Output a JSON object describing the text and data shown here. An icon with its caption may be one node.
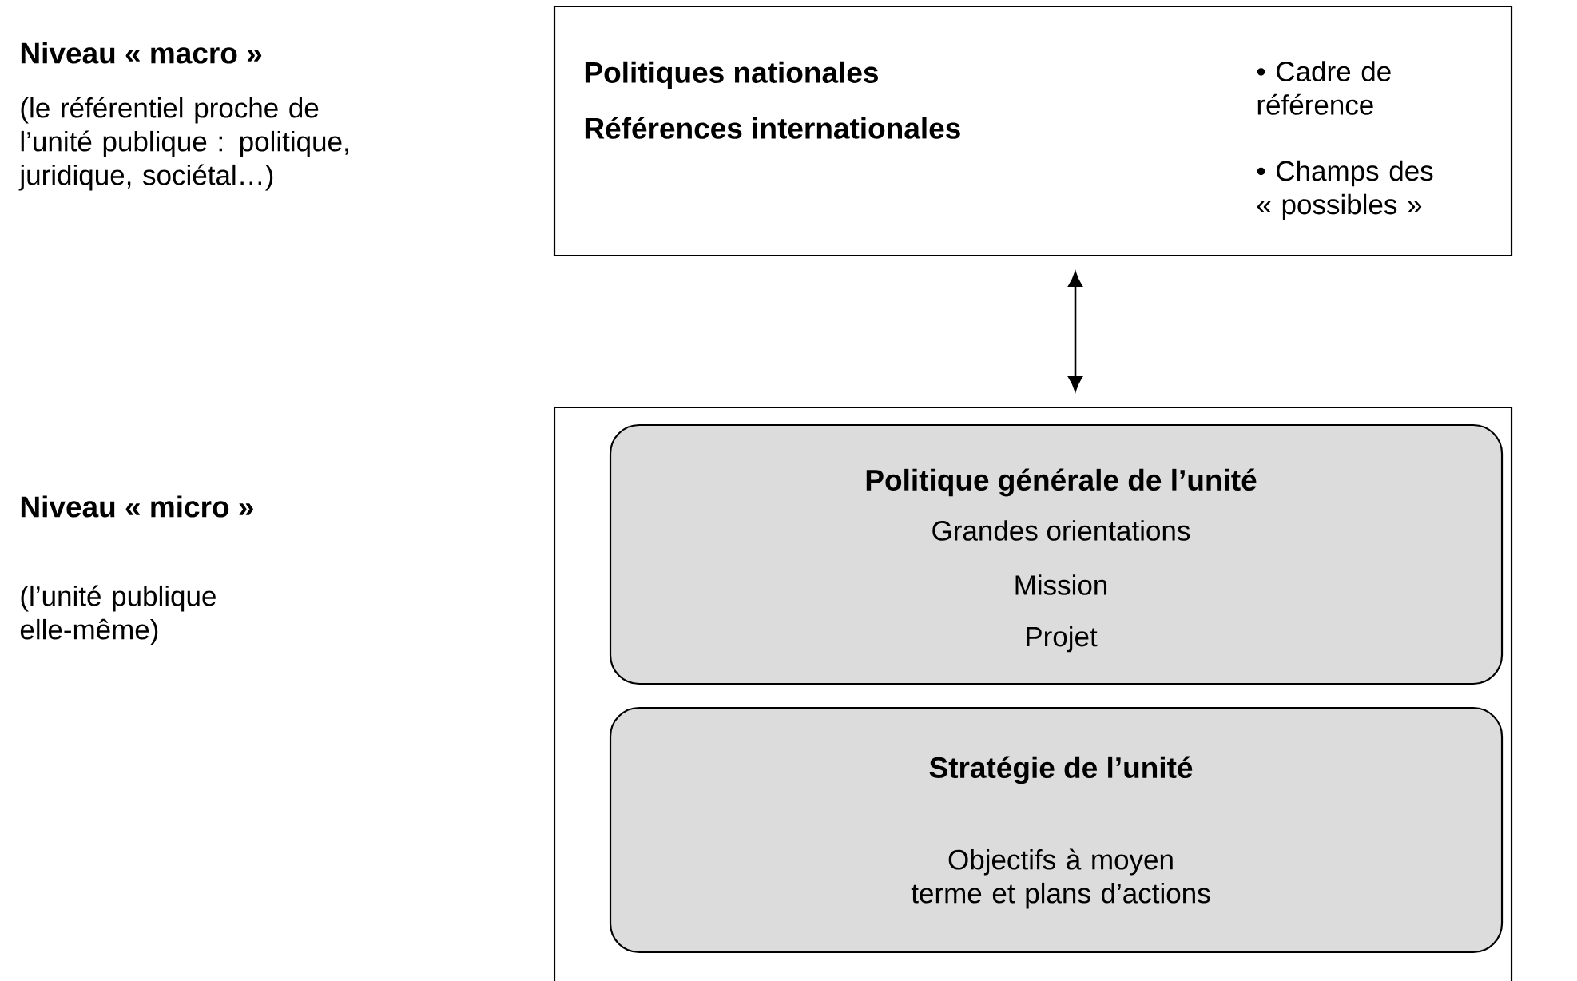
{
  "diagram": {
    "nodes": [
      {
        "text": [
          "Politiques nationales",
          "Références internationales",
          "• Cadre de référence",
          "• Champs des « possibles »"
        ]
      },
      {
        "text": [],
        "shape": "box"
      },
      {
        "text": [
          "Politique générale de l’unité",
          "Grandes orientations",
          "Mission",
          "Projet"
        ],
        "in": 1
      },
      {
        "text": [
          "Stratégie de l’unité",
          "Objectifs à moyen terme et plans d’actions"
        ],
        "in": 1
      }
    ],
    "edges": [
      {
        "from": 0,
        "to": 1,
        "arrow": "both"
      }
    ],
    "labels": [
      "Niveau « macro »",
      "(le référentiel proche de l’unité publique : politique, juridique, sociétal…)",
      "Niveau « micro »",
      "(l’unité publique elle-même)"
    ]
  }
}
